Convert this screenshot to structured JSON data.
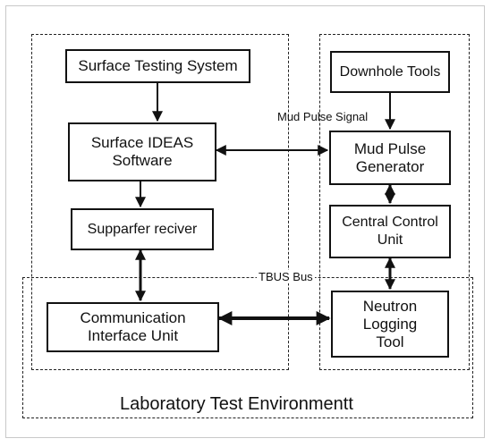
{
  "nodes": {
    "surface_testing_system": "Surface Testing System",
    "surface_ideas_software": "Surface IDEAS\nSoftware",
    "supparfer_reciver": "Supparfer reciver",
    "communication_interface_unit": "Communication\nInterface Unit",
    "downhole_tools": "Downhole Tools",
    "mud_pulse_generator": "Mud Pulse\nGenerator",
    "central_control_unit": "Central Control\nUnit",
    "neutron_logging_tool": "Neutron\nLogging\nTool"
  },
  "labels": {
    "mud_pulse_signal": "Mud Pulse Signal",
    "tbus_bus": "TBUS Bus",
    "environment": "Laboratory Test Environmentt"
  },
  "colors": {
    "stroke": "#111111",
    "background": "#ffffff"
  }
}
